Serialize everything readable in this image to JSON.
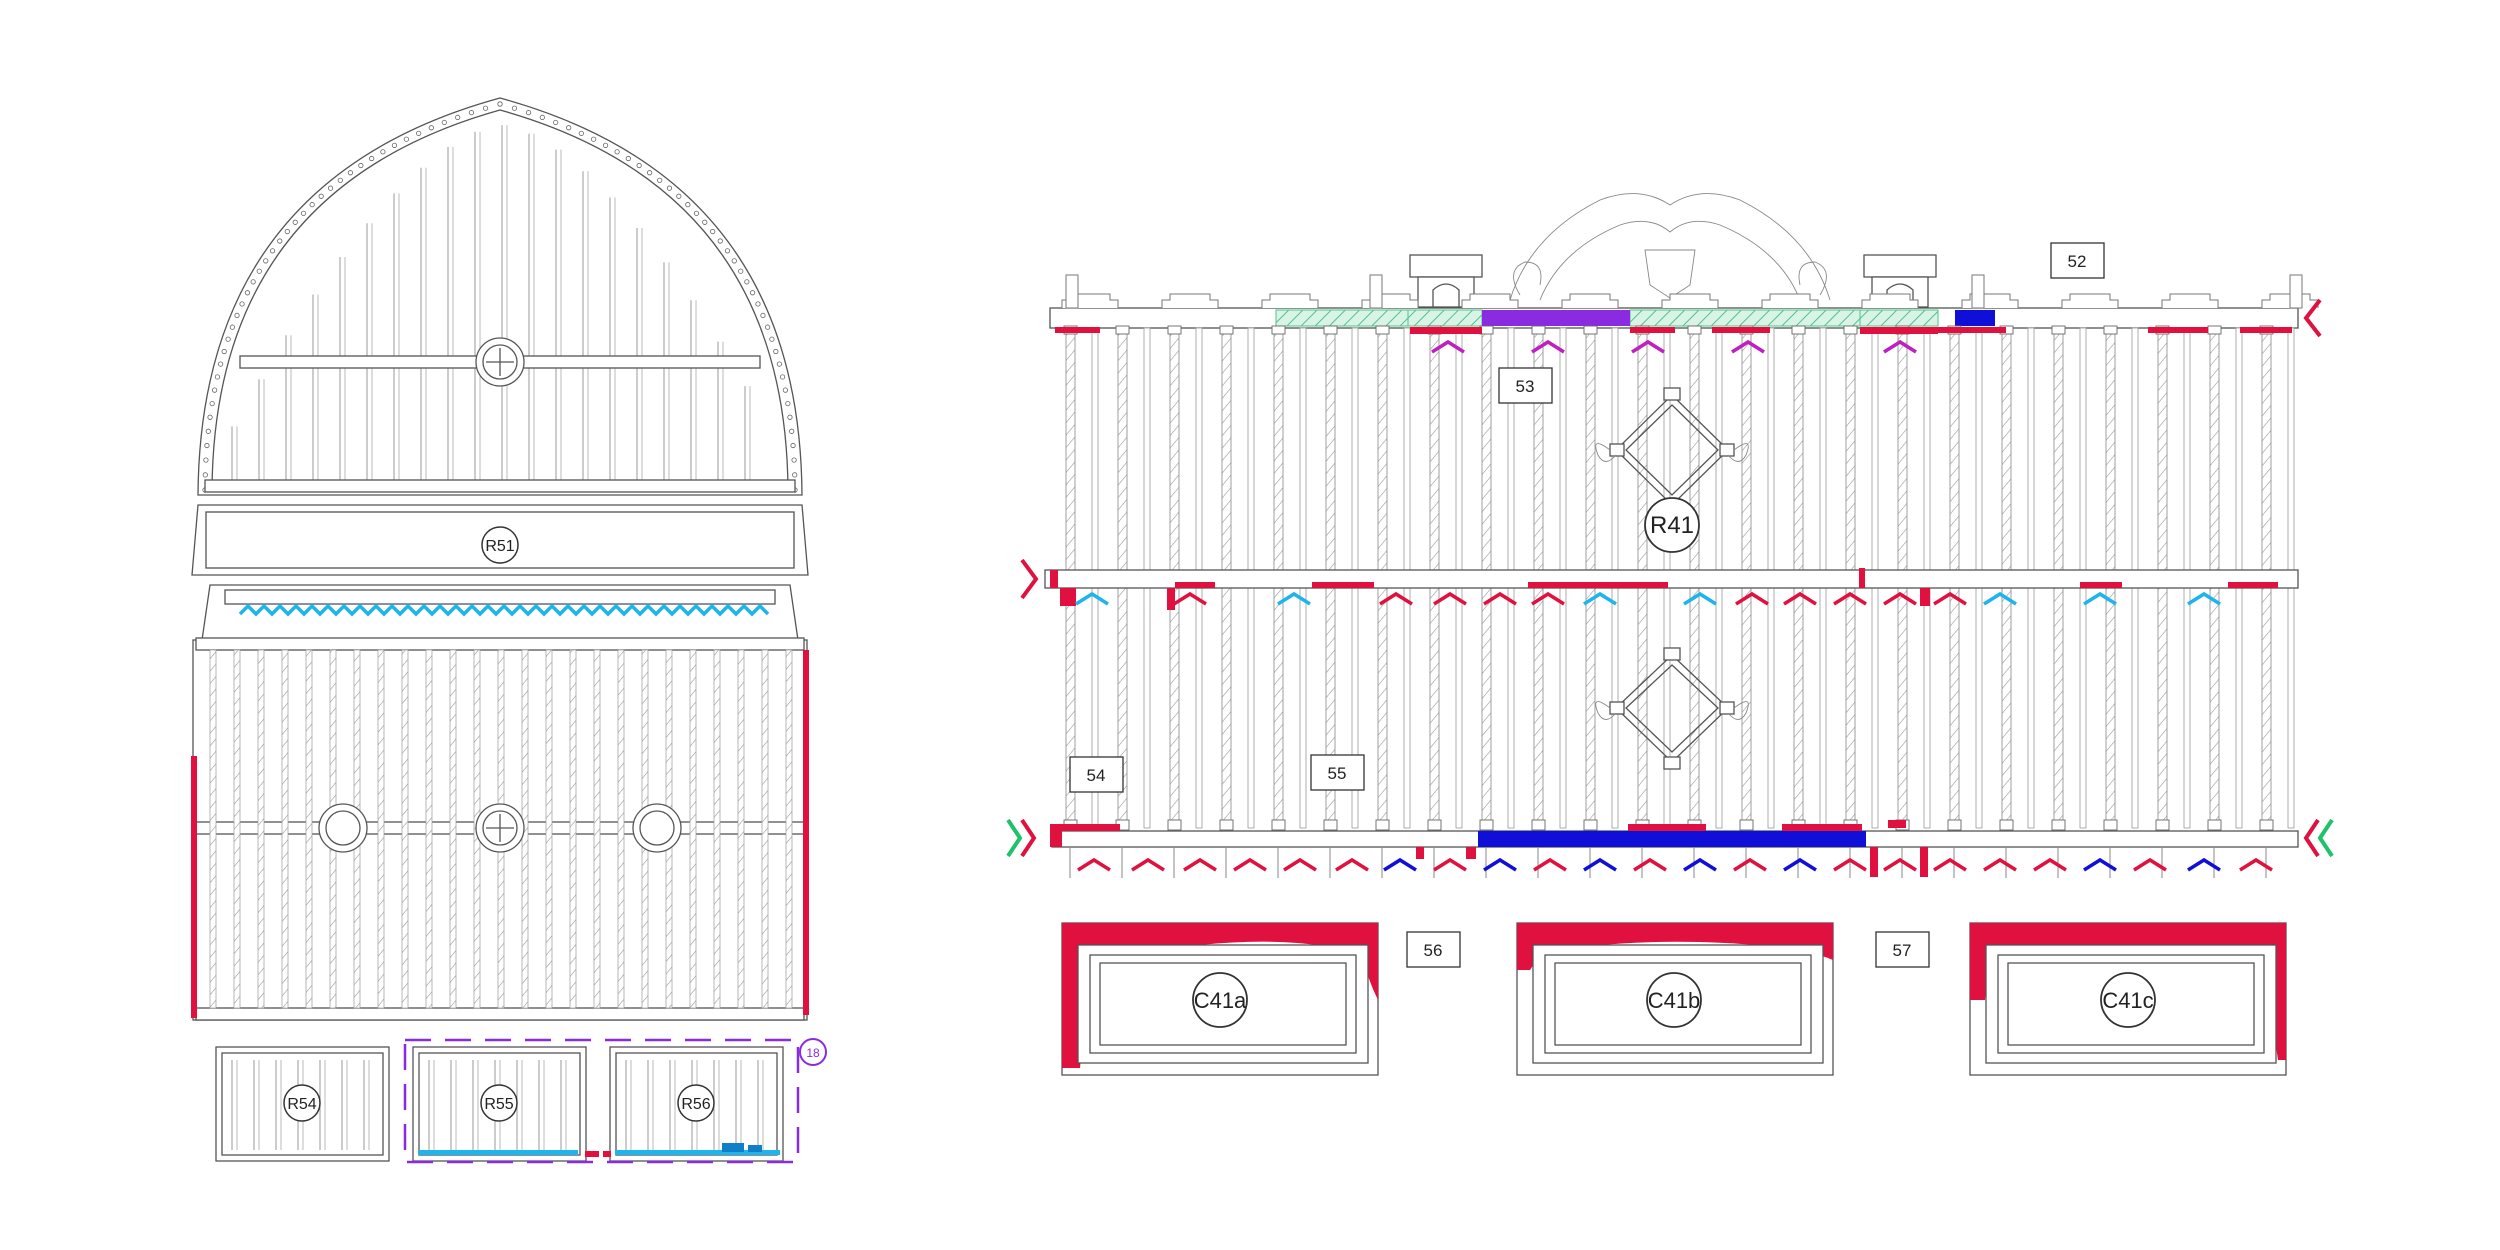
{
  "labels": {
    "r51": "R51",
    "r54": "R54",
    "r55": "R55",
    "r56": "R56",
    "r41": "R41",
    "c41a": "C41a",
    "c41b": "C41b",
    "c41c": "C41c",
    "n18": "18",
    "n52": "52",
    "n53": "53",
    "n54": "54",
    "n55": "55",
    "n56": "56",
    "n57": "57"
  },
  "colors": {
    "line": "#555555",
    "red": "#e0103f",
    "cyan": "#1eb4ec",
    "blue": "#0f0fd8",
    "purple": "#8a2be2",
    "magenta": "#c020c0",
    "green": "#1ec26a",
    "hatch": "#4fc38a"
  }
}
